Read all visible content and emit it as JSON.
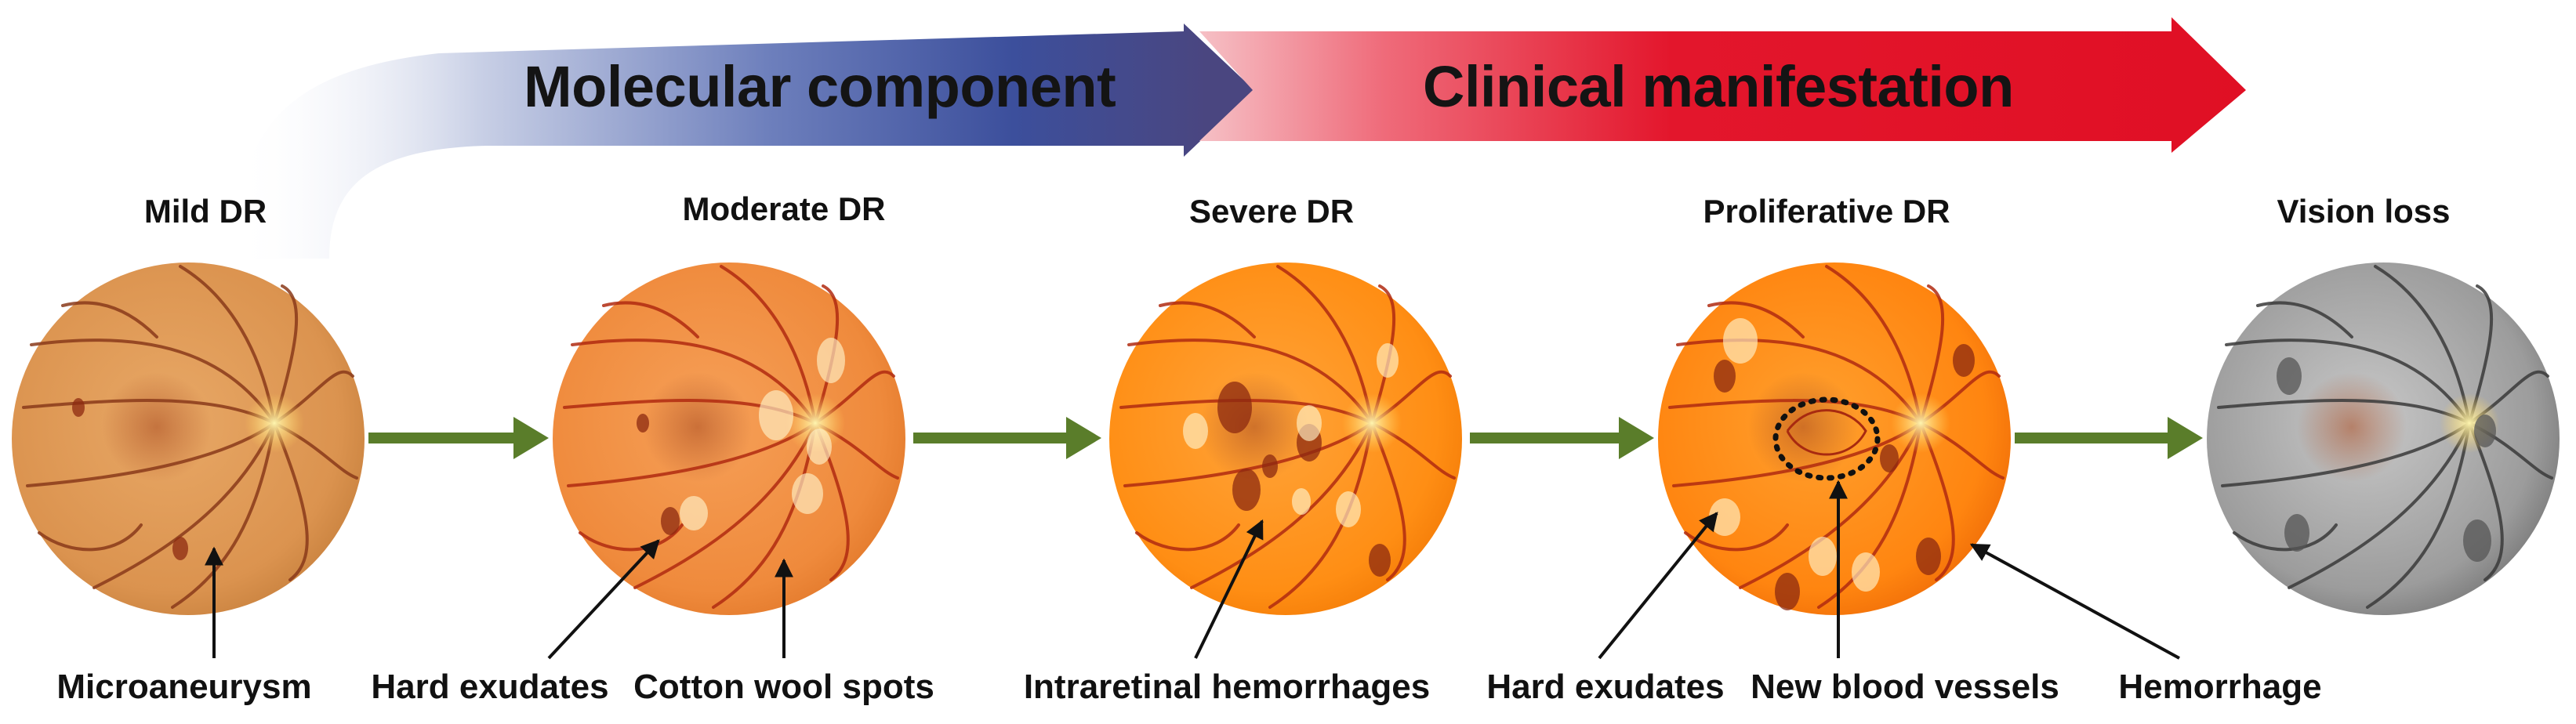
{
  "banner": {
    "molecular_label": "Molecular component",
    "clinical_label": "Clinical manifestation",
    "colors": {
      "molecular": "#3b4f9a",
      "clinical": "#e0142a",
      "flow_arrow": "#5a7d2a"
    }
  },
  "stages": [
    {
      "label": "Mild DR",
      "color": "#e09a55"
    },
    {
      "label": "Moderate DR",
      "color": "#f08a3a"
    },
    {
      "label": "Severe DR",
      "color": "#ff8a10"
    },
    {
      "label": "Proliferative DR",
      "color": "#ff7a10"
    },
    {
      "label": "Vision loss",
      "color": "#9a9a9a"
    }
  ],
  "annotations": [
    "Microaneurysm",
    "Hard exudates",
    "Cotton wool spots",
    "Intraretinal hemorrhages",
    "Hard exudates",
    "New blood vessels",
    "Hemorrhage"
  ]
}
